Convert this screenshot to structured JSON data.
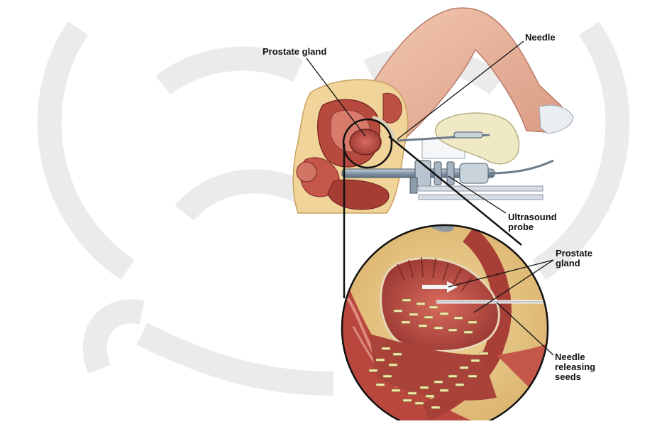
{
  "labels": {
    "prostate_gland_top": "Prostate gland",
    "needle": "Needle",
    "ultrasound_probe": [
      "Ultrasound",
      "probe"
    ],
    "prostate_gland_zoom": [
      "Prostate",
      "gland"
    ],
    "needle_releasing_seeds": [
      "Needle",
      "releasing",
      "seeds"
    ]
  },
  "colors": {
    "watermark": "#e9e9e9",
    "tissue": "#b5453b",
    "skin": "#e8b8a0",
    "fat": "#e6c98a",
    "glove": "#eee9c8",
    "instrument": "#9aa9b8",
    "seed": "#f2ecb0"
  }
}
